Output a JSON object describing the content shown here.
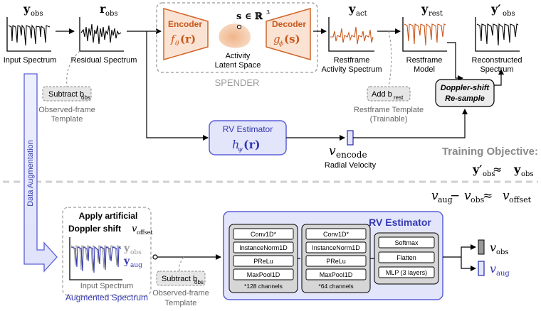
{
  "top": {
    "y_obs_label": "y",
    "y_obs_sub": "obs",
    "input_spectrum": "Input Spectrum",
    "r_obs_label": "r",
    "r_obs_sub": "obs",
    "residual_spectrum": "Residual Spectrum",
    "subtract_label": "Subtract b",
    "subtract_sub": "obs",
    "observed_frame_template_1": "Observed-frame",
    "observed_frame_template_2": "Template",
    "encoder_title": "Encoder",
    "encoder_func": "f",
    "encoder_func_sub": "θ",
    "encoder_arg": "(r)",
    "latent_math": "s ∈ ℝ",
    "latent_math_sup": "3",
    "latent_1": "Activity",
    "latent_2": "Latent Space",
    "decoder_title": "Decoder",
    "decoder_func": "g",
    "decoder_func_sub": "ϕ",
    "decoder_arg": "(s)",
    "spender": "SPENDER",
    "y_act_label": "y",
    "y_act_sub": "act",
    "restframe_activity_1": "Restframe",
    "restframe_activity_2": "Activity Spectrum",
    "y_rest_label": "y",
    "y_rest_sub": "rest",
    "restframe_model_1": "Restframe",
    "restframe_model_2": "Model",
    "add_label": "Add b",
    "add_sub": "rest",
    "restframe_template_1": "Restframe Template",
    "restframe_template_2": "(Trainable)",
    "y_recon_label": "y′",
    "y_recon_sub": "obs",
    "reconstructed_1": "Reconstructed",
    "reconstructed_2": "Spectrum",
    "doppler_1": "Doppler-shift",
    "doppler_2": "Re-sample",
    "rv_title": "RV Estimator",
    "rv_func": "h",
    "rv_func_sub": "ψ",
    "rv_arg": "(r)",
    "v_encode": "v",
    "v_encode_sub": "encode",
    "radial_velocity": "Radial Velocity",
    "training_objective": "Training Objective:",
    "objective_lhs": "y′",
    "objective_lhs_sub": "obs",
    "objective_op": " ≈ ",
    "objective_rhs": "y",
    "objective_rhs_sub": "obs"
  },
  "bottom": {
    "data_augmentation": "Data Augmentation",
    "relation_v1": "v",
    "relation_v1_sub": "aug",
    "relation_op1": " − ",
    "relation_v2": "v",
    "relation_v2_sub": "obs",
    "relation_op2": " ≈ ",
    "relation_v3": "v",
    "relation_v3_sub": "offset",
    "apply_1": "Apply artificial",
    "apply_2": "Doppler shift ",
    "apply_v": "v",
    "apply_v_sub": "offset",
    "legend_y_obs": "y",
    "legend_y_obs_sub": "obs",
    "legend_y_aug": "y",
    "legend_y_aug_sub": "aug",
    "input_spectrum": "Input Spectrum",
    "augmented_spectrum": "Augmented Spectrum",
    "subtract_label": "Subtract b",
    "subtract_sub": "obs",
    "observed_frame_template_1": "Observed-frame",
    "observed_frame_template_2": "Template",
    "rv_estimator": "RV Estimator",
    "block1": [
      "Conv1D*",
      "InstanceNorm1D",
      "PReLu",
      "MaxPool1D"
    ],
    "block1_note": "*128 channels",
    "block2": [
      "Conv1D*",
      "InstanceNorm1D",
      "PReLu",
      "MaxPool1D"
    ],
    "block2_note": "*64 channels",
    "block3": [
      "Softmax",
      "Flatten",
      "MLP (3 layers)"
    ],
    "out_v_obs": "v",
    "out_v_obs_sub": "obs",
    "out_v_aug": "v",
    "out_v_aug_sub": "aug"
  },
  "colors": {
    "encoder_fill": "#fbe3d3",
    "encoder_stroke": "#d0652a",
    "orange_text": "#c8581c",
    "rv_fill": "#e3e5fb",
    "rv_stroke": "#5b5fd6",
    "blue_text": "#3438b0",
    "aug_arrow_fill": "#e3e5fb",
    "gray_text": "#8a8a8a",
    "act_spectrum": "#c8581c",
    "aug_spectrum": "#3438b0"
  }
}
